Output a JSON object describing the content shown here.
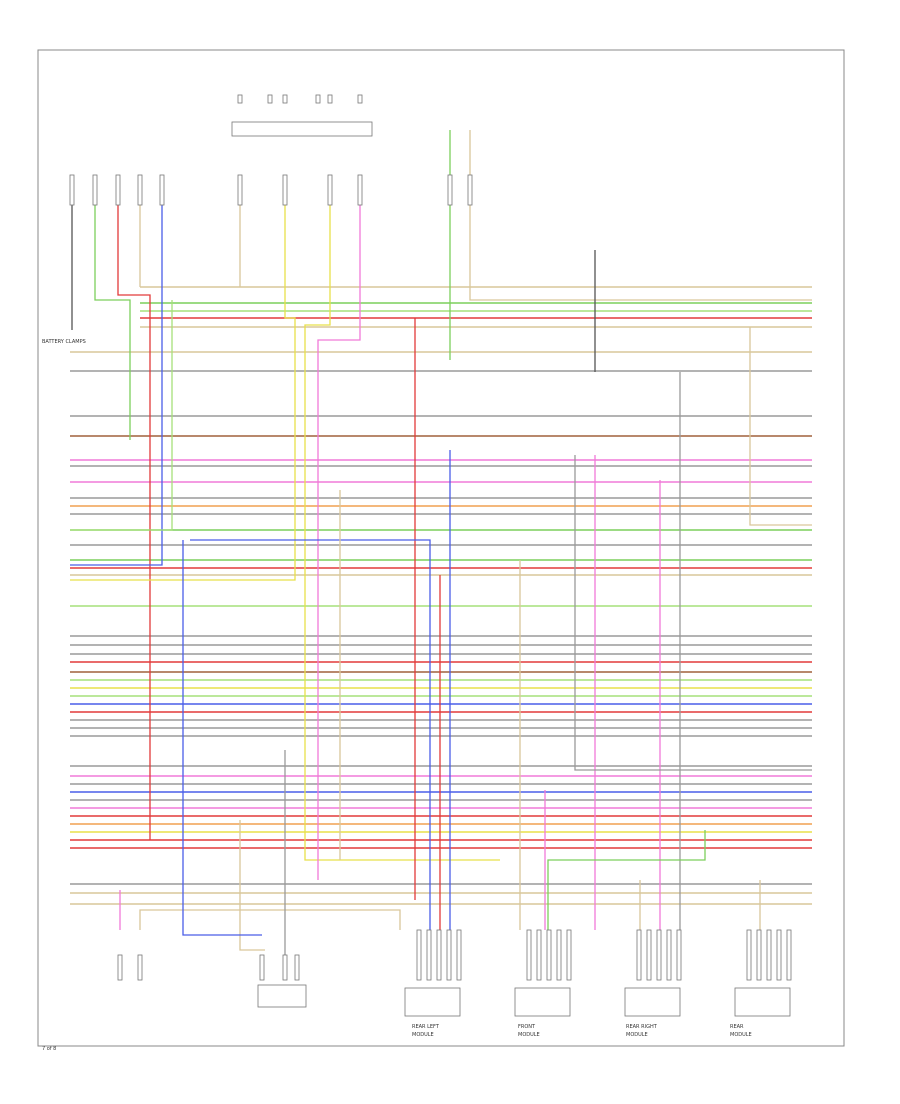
{
  "diagram": {
    "block_labels": {
      "battery_clamp": "BATTERY CLAMPS",
      "page_no": "7 of 8"
    },
    "modules": [
      {
        "label_lines": [
          "REAR LEFT",
          "MODULE"
        ]
      },
      {
        "label_lines": [
          "FRONT",
          "MODULE"
        ]
      },
      {
        "label_lines": [
          "REAR RIGHT",
          "MODULE"
        ]
      },
      {
        "label_lines": [
          "REAR",
          "MODULE"
        ]
      }
    ],
    "wire_colors": {
      "tan": "#d9c79a",
      "green": "#7ccf5c",
      "red": "#e23a3a",
      "pink": "#f07ad8",
      "yellow": "#e8e04a",
      "gray": "#9a9a9a",
      "brown": "#a0603c",
      "blue": "#4a5ee8",
      "lightgreen": "#a6e07a",
      "orange": "#f0a050",
      "black": "#555555"
    }
  }
}
